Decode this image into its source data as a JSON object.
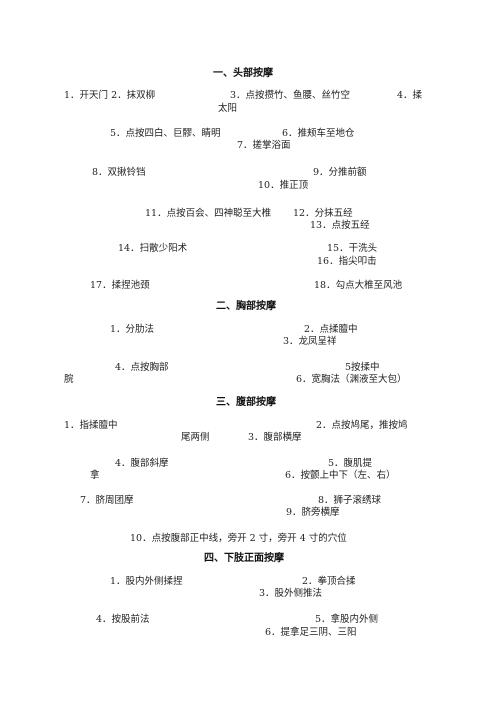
{
  "sections": [
    {
      "title": "一、头部按摩",
      "lines": [
        "1．开天门 2．抹双柳",
        "3．点按攒竹、鱼腰、丝竹空",
        "4．揉",
        "太阳",
        "5．点按四白、巨髎、睛明",
        "6．推颊车至地仓",
        "7．搓掌浴面",
        "8．双揪铃铛",
        "9．分推前额",
        "10．推正顶",
        "11．点按百会、四神聪至大椎",
        "12．分抹五经",
        "13．点按五经",
        "14．扫散少阳术",
        "15．干洗头",
        "16．指尖叩击",
        "17．揉捏池颈",
        "18．勾点大椎至风池"
      ]
    },
    {
      "title": "二、胸部按摩",
      "lines": [
        "1．分肋法",
        "2．点揉膻中",
        "3．龙凤呈祥",
        "4．点按胸部",
        "5按揉中",
        "脘",
        "6．宽胸法（渊液至大包）"
      ]
    },
    {
      "title": "三、腹部按摩",
      "lines": [
        "1．指揉膻中",
        "2．点按鸠尾，推按鸠",
        "尾两侧",
        "3．腹部横摩",
        "4．腹部斜摩",
        "5．腹肌提",
        "拿",
        "6．按颤上中下（左、右）",
        "7．脐周团摩",
        "8．狮子滚绣球",
        "9．脐旁横摩",
        "10．点按腹部正中线，旁开 2 寸，旁开 4 寸的穴位"
      ]
    },
    {
      "title": "四、下肢正面按摩",
      "lines": [
        "1．股内外侧揉捏",
        "2．拳顶合揉",
        "3．股外侧推法",
        "4．按股前法",
        "5．拿股内外侧",
        "6．提拿足三阴、三阳"
      ]
    }
  ]
}
